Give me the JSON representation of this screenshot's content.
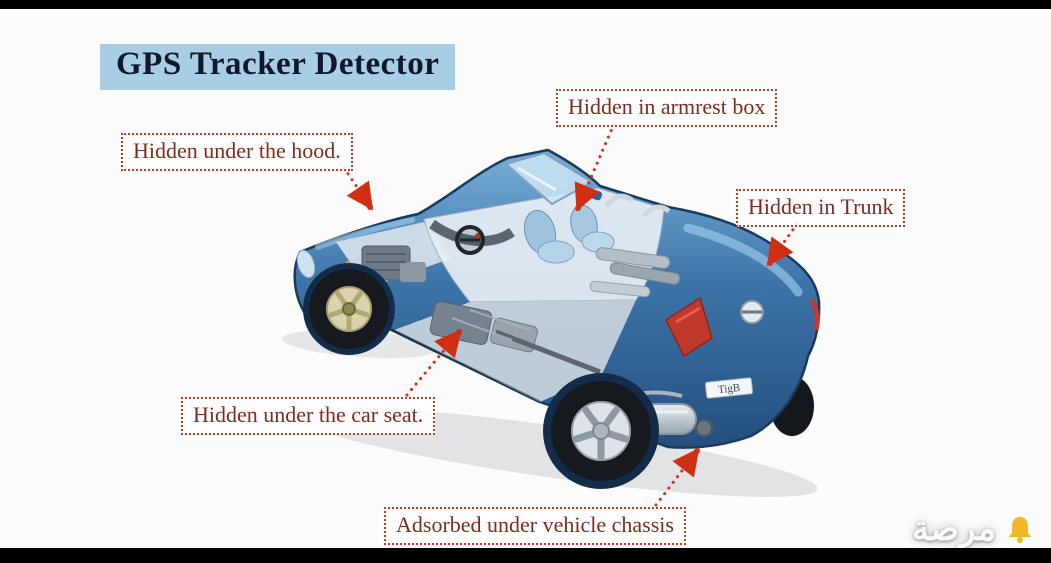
{
  "title": {
    "text": "GPS Tracker Detector"
  },
  "labels": {
    "hood": "Hidden under the hood.",
    "armrest": "Hidden in armrest box",
    "trunk": "Hidden in Trunk",
    "seat": "Hidden under the car seat.",
    "chassis": "Adsorbed under vehicle chassis"
  },
  "car": {
    "plate_text": "TigB"
  },
  "watermark": {
    "text": "مرصة"
  },
  "colors": {
    "title_bg": "#a7cee4",
    "title_text": "#11182b",
    "callout_text": "#7c2d1d",
    "callout_border": "#c23a22",
    "leader": "#d12f14",
    "canvas_bg": "#fcfcfc",
    "letterbox": "#000000",
    "car_blue": "#2f6296"
  }
}
